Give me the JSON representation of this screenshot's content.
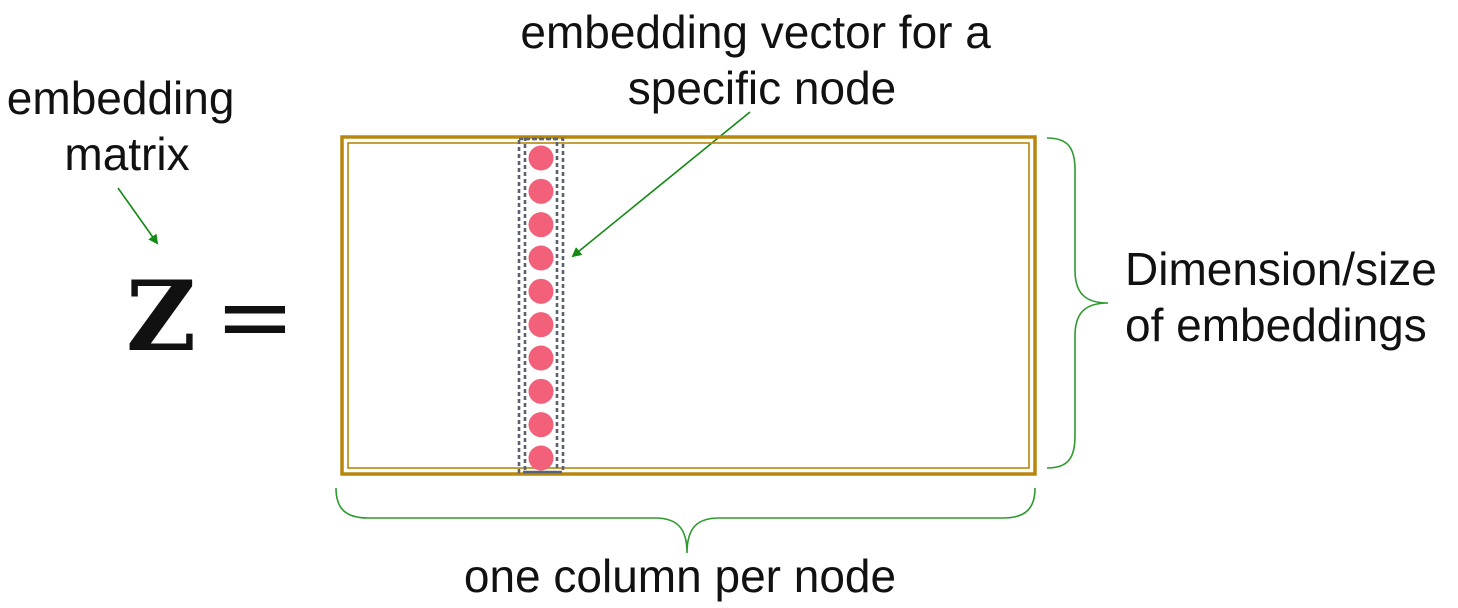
{
  "labels": {
    "embedding_matrix": [
      "embedding",
      "matrix"
    ],
    "vector_caption": [
      "embedding vector for a",
      "specific node"
    ],
    "dimension_caption": [
      "Dimension/size",
      "of embeddings"
    ],
    "column_caption": "one column per node"
  },
  "equation": {
    "symbol": "Z",
    "equals": "="
  },
  "matrix": {
    "highlighted_column_entries": 10
  },
  "colors": {
    "matrix_border": "#B8860B",
    "entry_dot": "#F2607A",
    "column_outline": "#5A6270",
    "arrow": "#138A13",
    "brace": "#2E9A2E",
    "text": "#111111"
  }
}
